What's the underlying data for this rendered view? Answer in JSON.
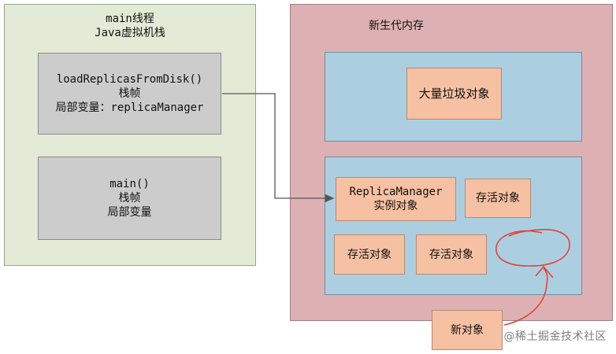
{
  "left_panel": {
    "title_line1": "main线程",
    "title_line2": "Java虚拟机栈",
    "frame1": {
      "line1": "loadReplicasFromDisk()",
      "line2": "栈帧",
      "line3": "局部变量：replicaManager"
    },
    "frame2": {
      "line1": "main()",
      "line2": "栈帧",
      "line3": "局部变量"
    }
  },
  "right_panel": {
    "title": "新生代内存",
    "garbage_label": "大量垃圾对象",
    "replica_line1": "ReplicaManager",
    "replica_line2": "实例对象",
    "survivor_1": "存活对象",
    "survivor_2": "存活对象",
    "survivor_3": "存活对象"
  },
  "new_object_label": "新对象",
  "watermark": "@稀土掘金技术社区",
  "colors": {
    "left_panel_bg": "#e3ebd6",
    "right_panel_bg": "#ddb1b4",
    "frame_bg": "#cccccc",
    "region_bg": "#abcfe0",
    "object_bg": "#f6c0a3",
    "annotation_red": "#e8413a"
  }
}
